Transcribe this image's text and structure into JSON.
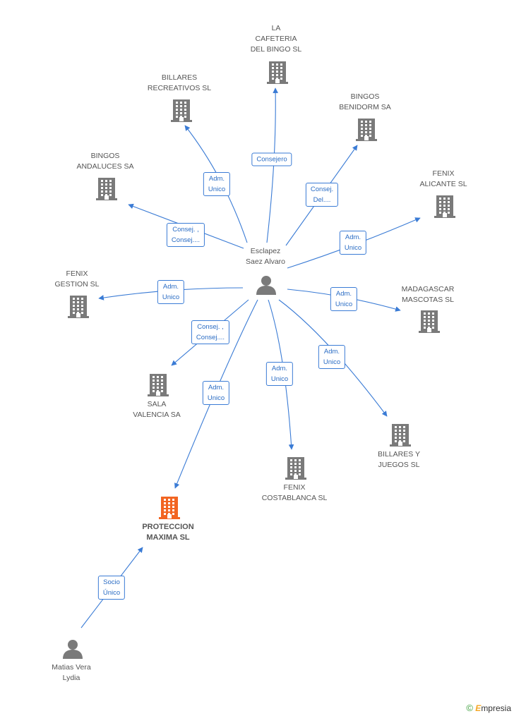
{
  "nodes": {
    "esclapez": {
      "lines": [
        "Esclapez",
        "Saez Alvaro"
      ],
      "type": "person"
    },
    "matias": {
      "lines": [
        "Matias Vera",
        "Lydia"
      ],
      "type": "person"
    },
    "proteccion": {
      "lines": [
        "PROTECCION",
        "MAXIMA SL"
      ],
      "type": "company-focus"
    },
    "cafeteria": {
      "lines": [
        "LA",
        "CAFETERIA",
        "DEL BINGO SL"
      ],
      "type": "company"
    },
    "billares_rec": {
      "lines": [
        "BILLARES",
        "RECREATIVOS SL"
      ],
      "type": "company"
    },
    "bingos_benidorm": {
      "lines": [
        "BINGOS",
        "BENIDORM SA"
      ],
      "type": "company"
    },
    "bingos_andaluces": {
      "lines": [
        "BINGOS",
        "ANDALUCES SA"
      ],
      "type": "company"
    },
    "fenix_alicante": {
      "lines": [
        "FENIX",
        "ALICANTE SL"
      ],
      "type": "company"
    },
    "fenix_gestion": {
      "lines": [
        "FENIX",
        "GESTION SL"
      ],
      "type": "company"
    },
    "madagascar": {
      "lines": [
        "MADAGASCAR",
        "MASCOTAS  SL"
      ],
      "type": "company"
    },
    "sala_valencia": {
      "lines": [
        "SALA",
        "VALENCIA SA"
      ],
      "type": "company"
    },
    "billares_juegos": {
      "lines": [
        "BILLARES Y",
        "JUEGOS SL"
      ],
      "type": "company"
    },
    "fenix_costablanca": {
      "lines": [
        "FENIX",
        "COSTABLANCA SL"
      ],
      "type": "company"
    }
  },
  "edges": [
    {
      "from": "esclapez",
      "to": "cafeteria",
      "label": [
        "Consejero"
      ]
    },
    {
      "from": "esclapez",
      "to": "billares_rec",
      "label": [
        "Adm.",
        "Unico"
      ]
    },
    {
      "from": "esclapez",
      "to": "bingos_benidorm",
      "label": [
        "Consej.",
        "Del...."
      ]
    },
    {
      "from": "esclapez",
      "to": "bingos_andaluces",
      "label": [
        "Consej. ,",
        "Consej...."
      ]
    },
    {
      "from": "esclapez",
      "to": "fenix_alicante",
      "label": [
        "Adm.",
        "Unico"
      ]
    },
    {
      "from": "esclapez",
      "to": "fenix_gestion",
      "label": [
        "Adm.",
        "Unico"
      ]
    },
    {
      "from": "esclapez",
      "to": "madagascar",
      "label": [
        "Adm.",
        "Unico"
      ]
    },
    {
      "from": "esclapez",
      "to": "sala_valencia",
      "label": [
        "Consej. ,",
        "Consej...."
      ]
    },
    {
      "from": "esclapez",
      "to": "billares_juegos",
      "label": [
        "Adm.",
        "Unico"
      ]
    },
    {
      "from": "esclapez",
      "to": "fenix_costablanca",
      "label": [
        "Adm.",
        "Unico"
      ]
    },
    {
      "from": "esclapez",
      "to": "proteccion",
      "label": [
        "Adm.",
        "Unico"
      ]
    },
    {
      "from": "matias",
      "to": "proteccion",
      "label": [
        "Socio",
        "Único"
      ]
    }
  ],
  "colors": {
    "edge": "#3a7bd5",
    "icon": "#7a7a7a",
    "focus_icon": "#f26522",
    "label_text": "#555555",
    "brand_e": "#f5a623",
    "brand_c": "#3a9d3a"
  },
  "icons": {
    "company": "building-icon",
    "person": "person-icon"
  },
  "brand": {
    "copyright": "©",
    "initial": "E",
    "rest": "mpresia"
  }
}
